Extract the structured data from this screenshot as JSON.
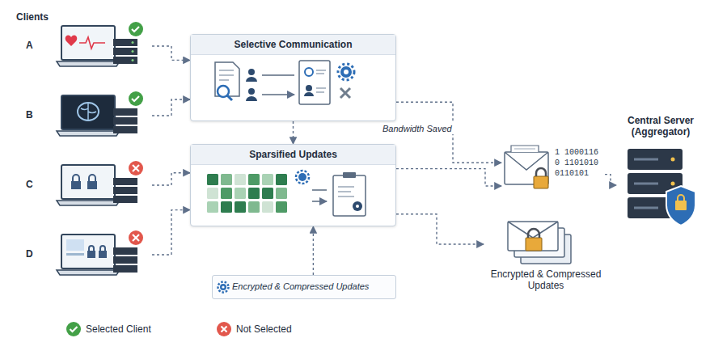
{
  "diagram": {
    "nodes": [
      {
        "text": [
          "A"
        ]
      },
      {
        "text": [
          "B"
        ]
      },
      {
        "text": [
          "C"
        ]
      },
      {
        "text": [
          "D"
        ]
      },
      {
        "text": [
          "Selective Communication"
        ]
      },
      {
        "text": [
          "Sparsified Updates"
        ]
      },
      {
        "text": [
          "Encrypted & Compressed Updates"
        ]
      },
      {
        "text": [
          "1 1000116 0 1101010 0110101"
        ]
      },
      {
        "text": [
          "Encrypted & Compressed Updates"
        ]
      },
      {
        "text": [
          "Central Server (Aggregator)"
        ]
      }
    ],
    "edges": [
      {
        "from": 0,
        "to": 4,
        "arrow": "to"
      },
      {
        "from": 1,
        "to": 4,
        "arrow": "to"
      },
      {
        "from": 2,
        "to": 5,
        "arrow": "to"
      },
      {
        "from": 3,
        "to": 5,
        "arrow": "to"
      },
      {
        "from": 4,
        "to": 5,
        "arrow": "to"
      },
      {
        "from": 4,
        "to": 7,
        "label": "Bandwidth Saved",
        "arrow": "to"
      },
      {
        "from": 5,
        "to": 7,
        "arrow": "to"
      },
      {
        "from": 7,
        "to": 9,
        "arrow": "to"
      },
      {
        "from": 6,
        "to": 5,
        "arrow": "to"
      },
      {
        "from": 5,
        "to": 8,
        "arrow": "to"
      }
    ],
    "labels": [
      "Clients"
    ],
    "legend": [
      {
        "text": "Selected Client",
        "color": "#43a047"
      },
      {
        "text": "Not Selected",
        "color": "#e2574c"
      }
    ]
  }
}
